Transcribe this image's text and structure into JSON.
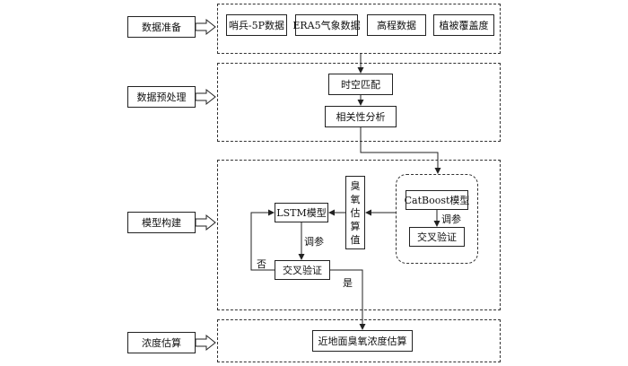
{
  "stages": [
    {
      "id": "prep",
      "label": "数据准备"
    },
    {
      "id": "preproc",
      "label": "数据预处理"
    },
    {
      "id": "model",
      "label": "模型构建"
    },
    {
      "id": "estimate",
      "label": "浓度估算"
    }
  ],
  "data_sources": [
    "哨兵-5P数据",
    "ERA5气象数据",
    "高程数据",
    "植被覆盖度"
  ],
  "preprocessing": {
    "match": "时空匹配",
    "correlation": "相关性分析"
  },
  "model": {
    "catboost": "CatBoost模型",
    "tune_catboost": "调参",
    "cv_catboost": "交叉验证",
    "ozone_estimate": "臭氧估算值",
    "lstm": "LSTM模型",
    "tune_lstm": "调参",
    "cv_lstm": "交叉验证",
    "no": "否",
    "yes": "是"
  },
  "output": "近地面臭氧浓度估算"
}
